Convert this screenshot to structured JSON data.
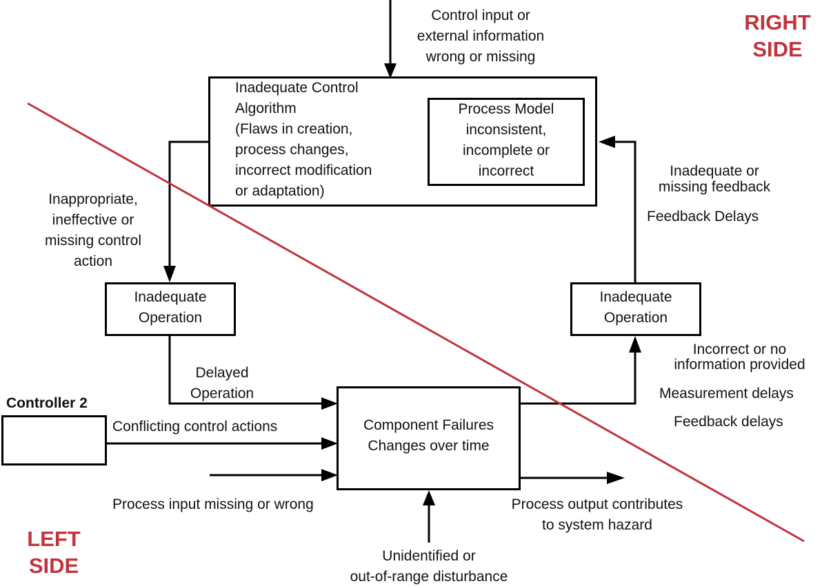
{
  "labels": {
    "control_input": "Control input or\nexternal information\nwrong or missing",
    "control_algorithm": "Inadequate Control\nAlgorithm\n(Flaws in creation,\nprocess changes,\nincorrect modification\nor adaptation)",
    "process_model": "Process Model\ninconsistent,\nincomplete or\nincorrect",
    "inadequate_feedback": "Inadequate or\nmissing feedback",
    "feedback_delays_top": "Feedback Delays",
    "inappropriate_action": "Inappropriate,\nineffective or\nmissing control\naction",
    "actuator_operation": "Inadequate\nOperation",
    "sensor_operation": "Inadequate\nOperation",
    "delayed_operation": "Delayed\nOperation",
    "controller2_title": "Controller 2",
    "conflicting_actions": "Conflicting control actions",
    "process_box": "Component Failures\nChanges over time",
    "process_input": "Process input missing or wrong",
    "process_output": "Process output contributes\nto system hazard",
    "disturbance": "Unidentified or\nout-of-range disturbance",
    "incorrect_info": "Incorrect or no\ninformation provided",
    "measurement_delays": "Measurement delays",
    "feedback_delays_bottom": "Feedback delays",
    "right_side": "RIGHT\nSIDE",
    "left_side": "LEFT\nSIDE"
  },
  "colors": {
    "divider": "#c0343d",
    "side_label": "#c0343d",
    "stroke": "#000000"
  }
}
